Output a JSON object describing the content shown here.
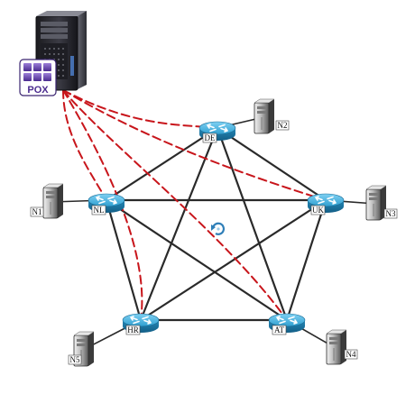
{
  "controller": {
    "logo_text": "POX",
    "icon": "server-tower-icon"
  },
  "routers": [
    {
      "id": "DE",
      "label": "DE"
    },
    {
      "id": "NL",
      "label": "NL"
    },
    {
      "id": "UK",
      "label": "UK"
    },
    {
      "id": "HR",
      "label": "HR"
    },
    {
      "id": "AT",
      "label": "AT"
    }
  ],
  "hosts": [
    {
      "id": "N1",
      "label": "N1",
      "router": "NL"
    },
    {
      "id": "N2",
      "label": "N2",
      "router": "DE"
    },
    {
      "id": "N3",
      "label": "N3",
      "router": "UK"
    },
    {
      "id": "N4",
      "label": "N4",
      "router": "AT"
    },
    {
      "id": "N5",
      "label": "N5",
      "router": "HR"
    }
  ],
  "links": [
    [
      "DE",
      "NL"
    ],
    [
      "DE",
      "UK"
    ],
    [
      "DE",
      "HR"
    ],
    [
      "DE",
      "AT"
    ],
    [
      "NL",
      "UK"
    ],
    [
      "NL",
      "HR"
    ],
    [
      "NL",
      "AT"
    ],
    [
      "UK",
      "HR"
    ],
    [
      "UK",
      "AT"
    ],
    [
      "HR",
      "AT"
    ]
  ],
  "control_links": [
    "DE",
    "NL",
    "UK",
    "HR",
    "AT"
  ],
  "colors": {
    "router": "#2f9fd0",
    "router_dark": "#1c6f99",
    "control": "#c8151b",
    "link": "#2a2a2a"
  },
  "center_icon": "refresh-icon"
}
